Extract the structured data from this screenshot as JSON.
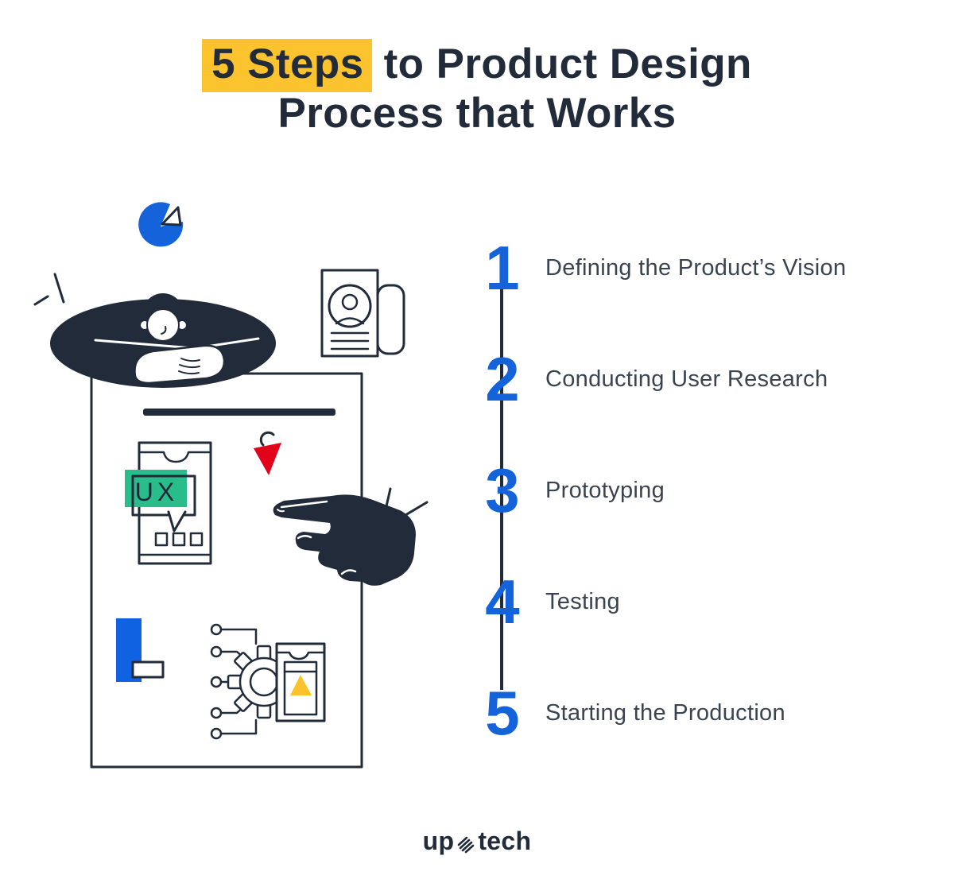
{
  "title": {
    "highlight": "5 Steps",
    "line1_rest": " to Product Design",
    "line2": "Process that Works"
  },
  "steps": [
    {
      "num": "1",
      "label": "Defining the Product’s Vision"
    },
    {
      "num": "2",
      "label": "Conducting User Research"
    },
    {
      "num": "3",
      "label": "Prototyping"
    },
    {
      "num": "4",
      "label": "Testing"
    },
    {
      "num": "5",
      "label": "Starting the Production"
    }
  ],
  "illustration": {
    "ux_label": "UX",
    "icons": [
      "pie-chart-icon",
      "persona-document-icon",
      "paper-sheet",
      "smartphone-ux-icon",
      "cursor-click-icon",
      "pointing-hand-icon",
      "bar-shape",
      "gear-integration-icon",
      "production-phone-icon",
      "person-leaning"
    ]
  },
  "logo": {
    "prefix": "up",
    "suffix": "tech"
  },
  "colors": {
    "dark_navy": "#222B3A",
    "accent_blue": "#1463DB",
    "highlight_yellow": "#FBC32D",
    "green": "#2ABD8C",
    "red": "#E2001B",
    "triangle_yellow": "#F9C32B",
    "label_gray": "#3A4450"
  }
}
